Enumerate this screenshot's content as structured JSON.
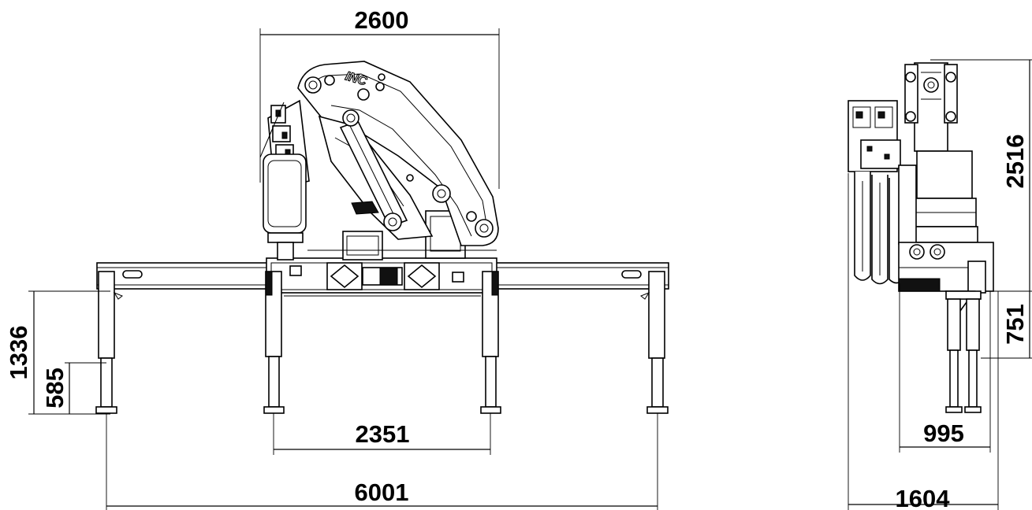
{
  "logo": {
    "text": "INC"
  },
  "dimensions": {
    "width_total": "2600",
    "outrigger_span": "6001",
    "inner_span": "2351",
    "height_total": "1336",
    "height_partial": "585",
    "side_height": "2516",
    "side_lower_height": "751",
    "side_width_inner": "995",
    "side_width_total": "1604"
  }
}
